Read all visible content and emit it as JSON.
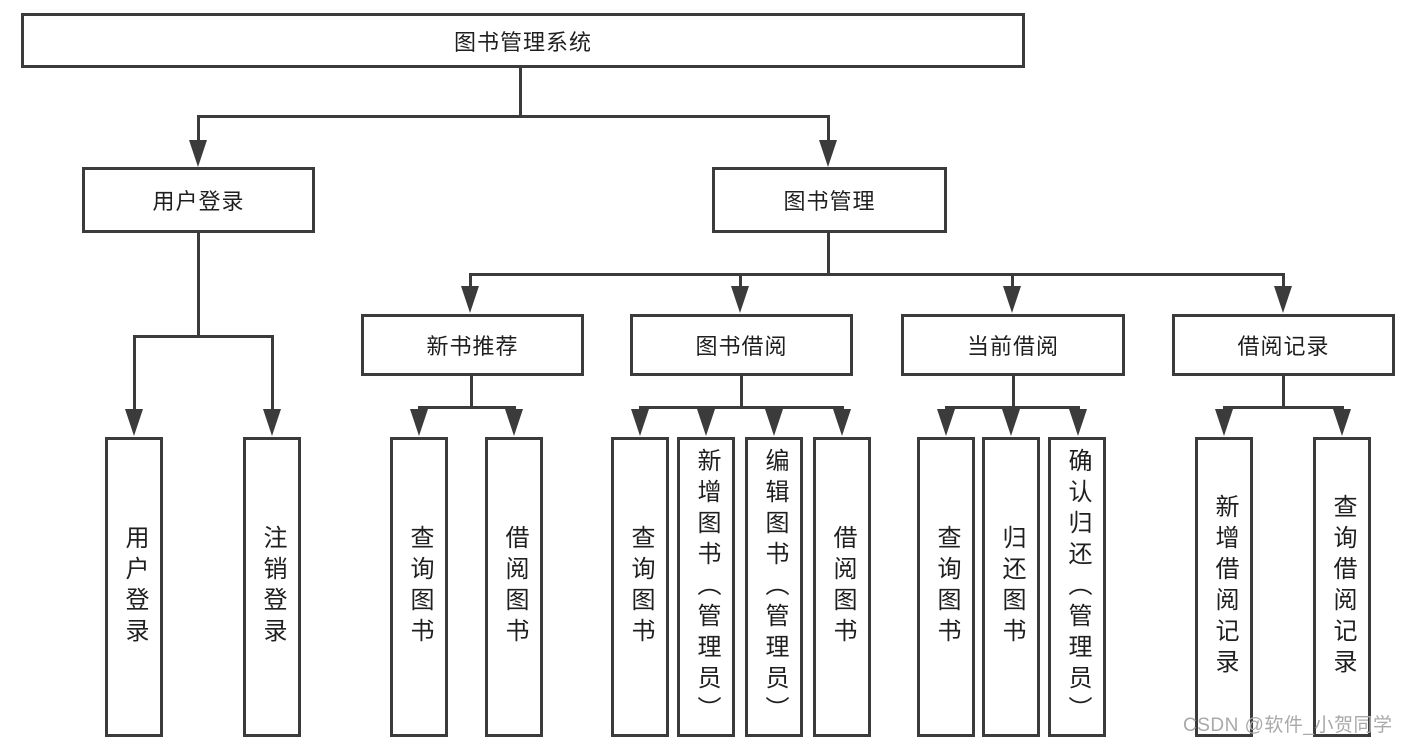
{
  "tree": {
    "root": "图书管理系统",
    "children": [
      {
        "label": "用户登录",
        "children": [
          {
            "label": "用户登录"
          },
          {
            "label": "注销登录"
          }
        ]
      },
      {
        "label": "图书管理",
        "children": [
          {
            "label": "新书推荐",
            "children": [
              {
                "label": "查询图书"
              },
              {
                "label": "借阅图书"
              }
            ]
          },
          {
            "label": "图书借阅",
            "children": [
              {
                "label": "查询图书"
              },
              {
                "label": "新增图书（管理员）"
              },
              {
                "label": "编辑图书（管理员）"
              },
              {
                "label": "借阅图书"
              }
            ]
          },
          {
            "label": "当前借阅",
            "children": [
              {
                "label": "查询图书"
              },
              {
                "label": "归还图书"
              },
              {
                "label": "确认归还（管理员）"
              }
            ]
          },
          {
            "label": "借阅记录",
            "children": [
              {
                "label": "新增借阅记录"
              },
              {
                "label": "查询借阅记录"
              }
            ]
          }
        ]
      }
    ]
  },
  "watermark": {
    "text": "CSDN @软件_小贺同学",
    "color": "#a9a9a9"
  },
  "colors": {
    "line": "#3b3b3b",
    "text": "#1f1f1f",
    "background": "#ffffff"
  }
}
